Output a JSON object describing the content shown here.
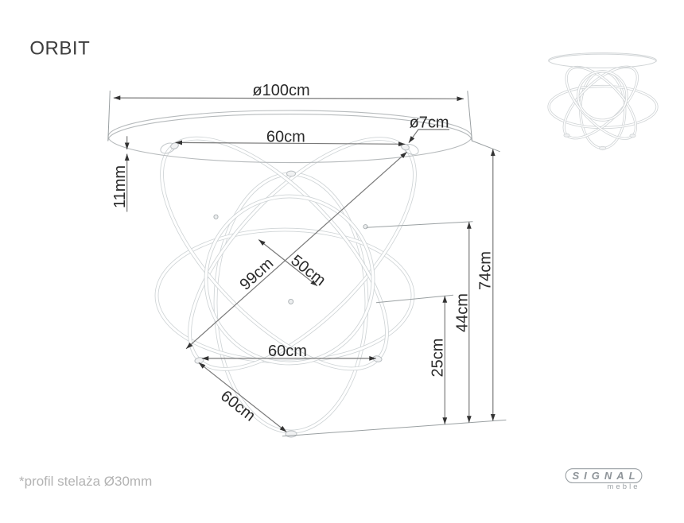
{
  "title": "ORBIT",
  "footnote": "*profil stelaża Ø30mm",
  "logo": {
    "brand": "SIGNAL",
    "sub": "meble"
  },
  "dims": {
    "top_diameter": "ø100cm",
    "top_mount_spacing": "60cm",
    "mount_plate_diameter": "ø7cm",
    "glass_thickness": "11mm",
    "hoop_diagonal": "99cm",
    "ring_offset": "50cm",
    "feet_spacing": "60cm",
    "foot_depth": "60cm",
    "total_height": "74cm",
    "mid_height": "44cm",
    "lower_height": "25cm"
  },
  "colors": {
    "background": "#ffffff",
    "dimension_line": "#7a7a7a",
    "extension_line": "#9aa0a2",
    "arrow": "#333333",
    "label_text": "#2a2a2a",
    "drawing_gray": "#cfd4d6",
    "thumbnail_gray": "#d4d7d9",
    "footnote_gray": "#b3b3b3",
    "logo_gray": "#8e9499"
  }
}
